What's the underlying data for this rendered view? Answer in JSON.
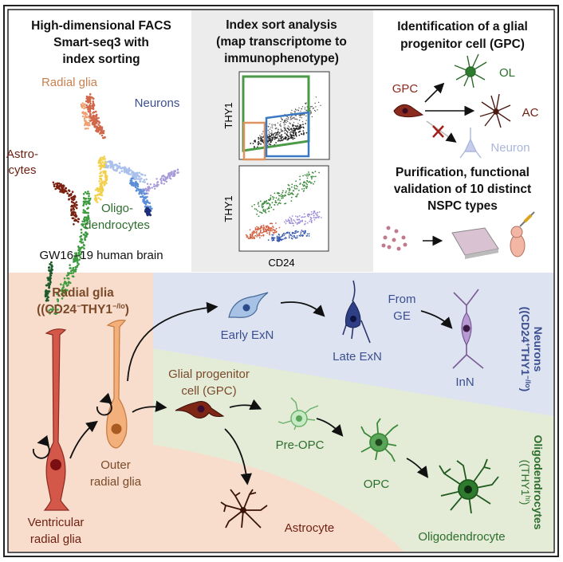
{
  "panels": {
    "scrnaseq": {
      "title": [
        "High-dimensional FACS",
        "Smart-seq3 with",
        "index sorting"
      ],
      "cluster_labels": {
        "radial_glia": "Radial glia",
        "neurons": "Neurons",
        "astrocytes": [
          "Astro-",
          "cytes"
        ],
        "oligodendrocytes": [
          "Oligo-",
          "dendrocytes"
        ]
      },
      "caption": "GW16–19 human brain"
    },
    "index_sort": {
      "title": [
        "Index sort analysis",
        "(map transcriptome to",
        "immunophenotype)"
      ],
      "y_axis_label": "THY1",
      "x_axis_label": "CD24"
    },
    "gpc": {
      "title": [
        "Identification of a glial",
        "progenitor cell (GPC)"
      ],
      "labels": {
        "gpc": "GPC",
        "ol": "OL",
        "ac": "AC",
        "neuron": "Neuron"
      },
      "subtitle": [
        "Purification, functional",
        "validation of 10 distinct",
        "NSPC types"
      ]
    }
  },
  "lineage": {
    "radial_glia_header": [
      "Radial glia",
      "(CD24",
      "THY1",
      "−/lo",
      ")"
    ],
    "cells": {
      "ventricular_rg": [
        "Ventricular",
        "radial glia"
      ],
      "outer_rg": [
        "Outer",
        "radial glia"
      ],
      "gpc": [
        "Glial progenitor",
        "cell (GPC)"
      ],
      "early_exn": "Early ExN",
      "late_exn": "Late ExN",
      "from_ge": [
        "From",
        "GE"
      ],
      "inn": "InN",
      "pre_opc": "Pre-OPC",
      "opc": "OPC",
      "oligodendrocyte": "Oligodendrocyte",
      "astrocyte": "Astrocyte"
    },
    "neurons_header": [
      "Neurons",
      "(CD24",
      "+",
      "THY1",
      "−/lo",
      ")"
    ],
    "oligo_header": [
      "Oligodendrocytes",
      "(THY1",
      "hi",
      ")"
    ]
  },
  "colors": {
    "peach_bg": "#f8ddcc",
    "blue_bg": "#dde3f1",
    "green_bg": "#e4ecd8",
    "mid_panel_bg": "#ececec",
    "radial_glia": "#c8814e",
    "neurons": "#3b4f90",
    "astrocytes": "#6e1f12",
    "oligodendrocytes": "#2e6e2e"
  }
}
